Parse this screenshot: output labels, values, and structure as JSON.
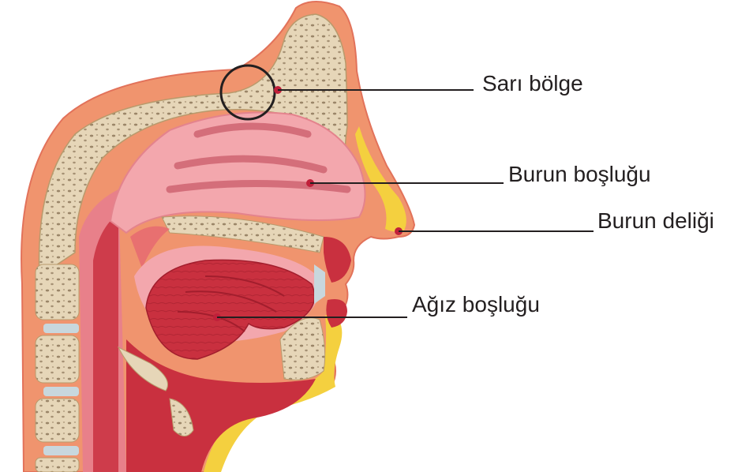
{
  "labels": {
    "sari_bolge": "Sarı bölge",
    "burun_boslugu": "Burun boşluğu",
    "burun_deligi": "Burun deliği",
    "agiz_boslugu": "Ağız boşluğu"
  },
  "colors": {
    "skin": "#f0946e",
    "skin_dark": "#e2725a",
    "bone": "#e6d6b8",
    "bone_spots": "#7a6346",
    "nasal_cavity": "#f3a7ad",
    "nasal_turbinate": "#d46e7a",
    "muscle": "#c9303f",
    "muscle_dark": "#a21e2d",
    "fat": "#f4d03f",
    "cartilage": "#c8d7dd",
    "line": "#231f20"
  }
}
